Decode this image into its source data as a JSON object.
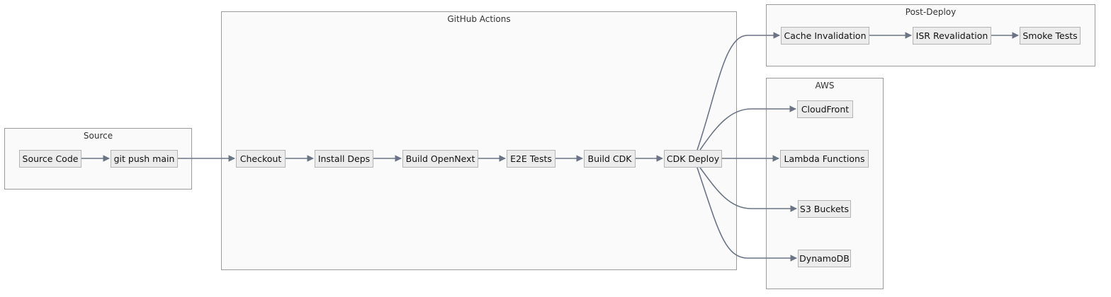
{
  "clusters": {
    "source": "Source",
    "github_actions": "GitHub Actions",
    "aws": "AWS",
    "post_deploy": "Post-Deploy"
  },
  "nodes": {
    "source_code": "Source Code",
    "git_push_main": "git push main",
    "checkout": "Checkout",
    "install_deps": "Install Deps",
    "build_opennext": "Build OpenNext",
    "e2e_tests": "E2E Tests",
    "build_cdk": "Build CDK",
    "cdk_deploy": "CDK Deploy",
    "cache_invalidation": "Cache Invalidation",
    "isr_revalidation": "ISR Revalidation",
    "smoke_tests": "Smoke Tests",
    "cloudfront": "CloudFront",
    "lambda_functions": "Lambda Functions",
    "s3_buckets": "S3 Buckets",
    "dynamodb": "DynamoDB"
  },
  "edges": [
    [
      "source_code",
      "git_push_main"
    ],
    [
      "git_push_main",
      "checkout"
    ],
    [
      "checkout",
      "install_deps"
    ],
    [
      "install_deps",
      "build_opennext"
    ],
    [
      "build_opennext",
      "e2e_tests"
    ],
    [
      "e2e_tests",
      "build_cdk"
    ],
    [
      "build_cdk",
      "cdk_deploy"
    ],
    [
      "cdk_deploy",
      "cache_invalidation"
    ],
    [
      "cdk_deploy",
      "cloudfront"
    ],
    [
      "cdk_deploy",
      "lambda_functions"
    ],
    [
      "cdk_deploy",
      "s3_buckets"
    ],
    [
      "cdk_deploy",
      "dynamodb"
    ],
    [
      "cache_invalidation",
      "isr_revalidation"
    ],
    [
      "isr_revalidation",
      "smoke_tests"
    ]
  ],
  "colors": {
    "edge": "#6b7485",
    "node_fill": "#ececec",
    "node_border": "#b4b4b4",
    "cluster_fill": "#fafafa",
    "cluster_border": "#9b9b9b"
  }
}
